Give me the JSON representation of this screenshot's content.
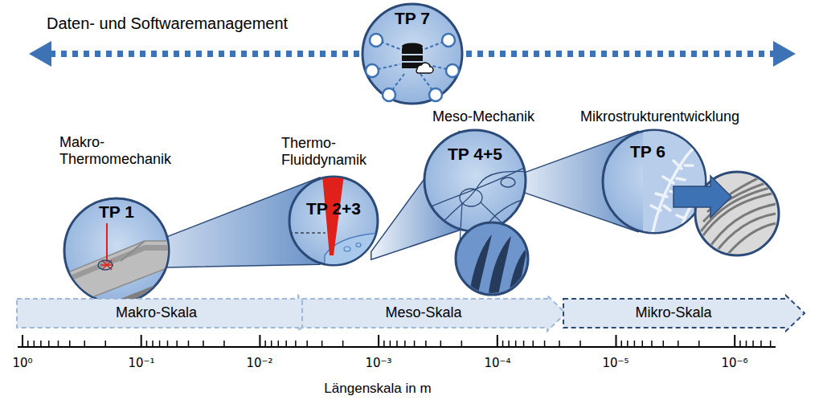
{
  "diagram": {
    "nodes": [
      {
        "text": [
          "TP 7"
        ]
      },
      {
        "text": [
          "Makro- Thermomechanik",
          "TP 1"
        ]
      },
      {
        "text": [
          "Thermo- Fluiddynamik",
          "TP 2+3"
        ]
      },
      {
        "text": [
          "Meso-Mechanik",
          "TP 4+5"
        ]
      },
      {
        "text": [
          "Mikrostrukturentwicklung",
          "TP 6"
        ]
      },
      {
        "text": [
          "Makro-Skala"
        ]
      },
      {
        "text": [
          "Meso-Skala"
        ]
      },
      {
        "text": [
          "Mikro-Skala"
        ]
      }
    ],
    "edges": [
      {
        "from": 1,
        "to": 2,
        "arrow": "none"
      },
      {
        "from": 2,
        "to": 3,
        "arrow": "none"
      },
      {
        "from": 3,
        "to": 4,
        "arrow": "none"
      }
    ],
    "labels": [
      "Daten- und Softwaremanagement",
      "10⁰",
      "10⁻¹",
      "10⁻²",
      "10⁻³",
      "10⁻⁴",
      "10⁻⁵",
      "10⁻⁶",
      "Längenskala in m"
    ]
  }
}
